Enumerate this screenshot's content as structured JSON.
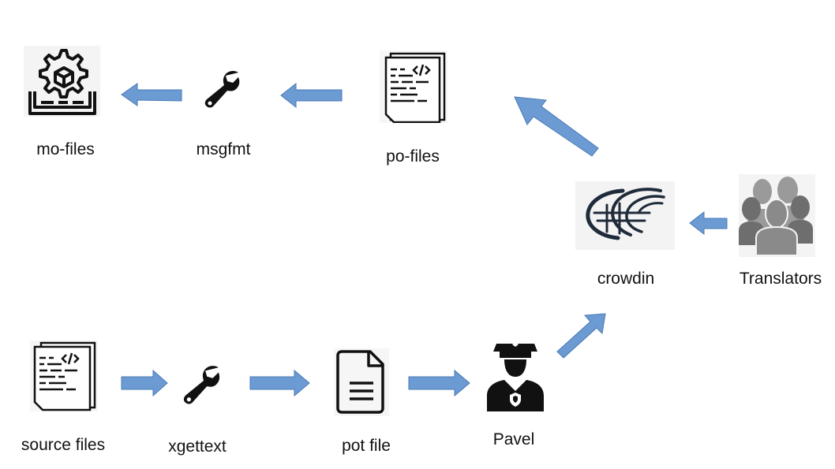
{
  "nodes": {
    "mo_files": {
      "label": "mo-files",
      "icon": "package-gear-icon"
    },
    "msgfmt": {
      "label": "msgfmt",
      "icon": "wrench-icon"
    },
    "po_files": {
      "label": "po-files",
      "icon": "code-document-icon"
    },
    "crowdin": {
      "label": "crowdin",
      "icon": "crowdin-logo-icon"
    },
    "translators": {
      "label": "Translators",
      "icon": "people-group-icon"
    },
    "source_files": {
      "label": "source files",
      "icon": "code-document-icon"
    },
    "xgettext": {
      "label": "xgettext",
      "icon": "wrench-icon"
    },
    "pot_file": {
      "label": "pot file",
      "icon": "document-icon"
    },
    "pavel": {
      "label": "Pavel",
      "icon": "police-officer-icon"
    }
  },
  "colors": {
    "arrow_fill": "#6b9bd2",
    "arrow_stroke": "#4a7ab5",
    "icon": "#111111",
    "people": "#7f7f7f"
  }
}
